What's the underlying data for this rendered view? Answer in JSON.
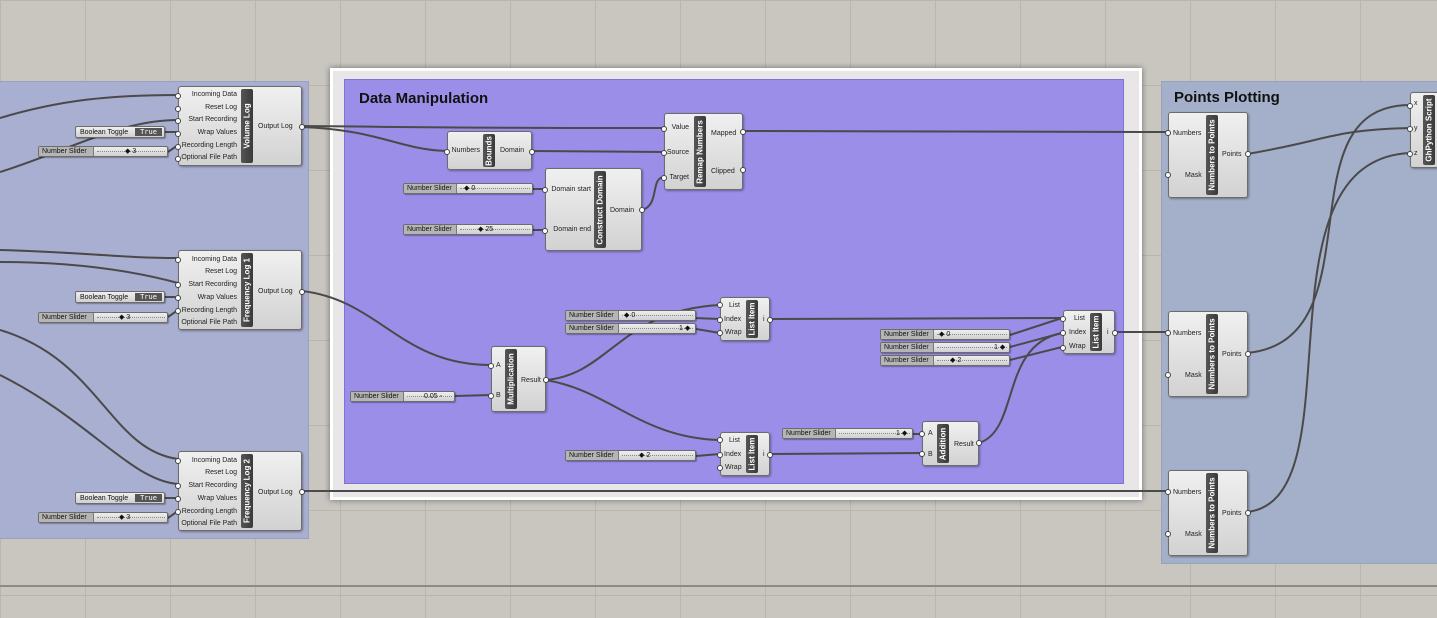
{
  "groups": {
    "data_manipulation": {
      "title": "Data Manipulation",
      "color": "#9a8ee8"
    },
    "points_plotting": {
      "title": "Points Plotting",
      "color": "#a4b0c9"
    },
    "data_recorders": {
      "color": "#a9afd0"
    }
  },
  "data_logs": [
    {
      "name": "Volume Log",
      "inputs": [
        "Incoming Data",
        "Reset Log",
        "Start Recording",
        "Wrap Values",
        "Recording Length",
        "Optional File Path"
      ],
      "output": "Output Log",
      "toggle": {
        "label": "Boolean Toggle",
        "value": "True"
      },
      "slider": {
        "label": "Number Slider",
        "value": "3"
      }
    },
    {
      "name": "Frequency Log 1",
      "inputs": [
        "Incoming Data",
        "Reset Log",
        "Start Recording",
        "Wrap Values",
        "Recording Length",
        "Optional File Path"
      ],
      "output": "Output Log",
      "toggle": {
        "label": "Boolean Toggle",
        "value": "True"
      },
      "slider": {
        "label": "Number Slider",
        "value": "3"
      }
    },
    {
      "name": "Frequency Log 2",
      "inputs": [
        "Incoming Data",
        "Reset Log",
        "Start Recording",
        "Wrap Values",
        "Recording Length",
        "Optional File Path"
      ],
      "output": "Output Log",
      "toggle": {
        "label": "Boolean Toggle",
        "value": "True"
      },
      "slider": {
        "label": "Number Slider",
        "value": "3"
      }
    }
  ],
  "bounds": {
    "name": "Bounds",
    "input": "Numbers",
    "output": "Domain"
  },
  "construct_domain": {
    "name": "Construct Domain",
    "inputs": [
      "Domain start",
      "Domain end"
    ],
    "output": "Domain"
  },
  "remap": {
    "name": "Remap Numbers",
    "inputs": [
      "Value",
      "Source",
      "Target"
    ],
    "outputs": [
      "Mapped",
      "Clipped"
    ]
  },
  "multiplication": {
    "name": "Multiplication",
    "inputs": [
      "A",
      "B"
    ],
    "output": "Result"
  },
  "addition": {
    "name": "Addition",
    "inputs": [
      "A",
      "B"
    ],
    "output": "Result"
  },
  "list_item": {
    "name": "List Item",
    "inputs": [
      "List",
      "Index",
      "Wrap"
    ],
    "output": "i"
  },
  "sliders": {
    "label": "Number Slider",
    "domain_start": "0",
    "domain_end": "25",
    "mult_b": "0.05",
    "list1_index": "0",
    "list1_wrap": "1",
    "list2_index": "2",
    "add_a": "1",
    "list3_a": "0",
    "list3_b": "1",
    "list3_c": "2"
  },
  "numbers_to_points": {
    "name": "Numbers to Points",
    "inputs": [
      "Numbers",
      "Mask"
    ],
    "output": "Points"
  },
  "ghpython": {
    "name": "GhPython Script",
    "ports": [
      "x",
      "y",
      "z"
    ]
  }
}
